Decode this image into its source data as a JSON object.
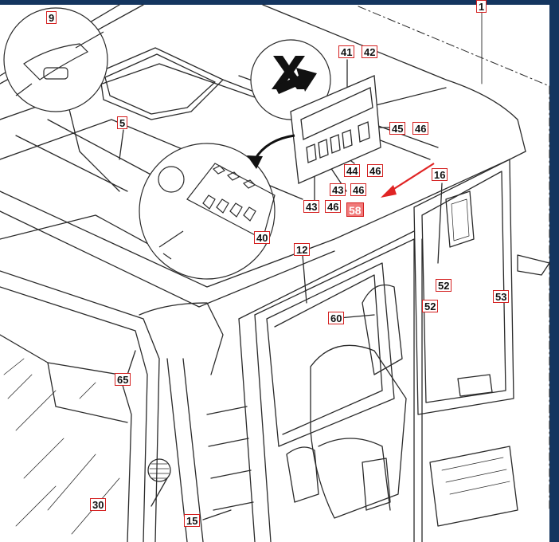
{
  "callouts": [
    {
      "id": "c1",
      "label": "1",
      "highlight": false
    },
    {
      "id": "c9",
      "label": "9",
      "highlight": false
    },
    {
      "id": "c5",
      "label": "5",
      "highlight": false
    },
    {
      "id": "c41",
      "label": "41",
      "highlight": false
    },
    {
      "id": "c42",
      "label": "42",
      "highlight": false
    },
    {
      "id": "c45",
      "label": "45",
      "highlight": false
    },
    {
      "id": "c46a",
      "label": "46",
      "highlight": false
    },
    {
      "id": "c44",
      "label": "44",
      "highlight": false
    },
    {
      "id": "c46b",
      "label": "46",
      "highlight": false
    },
    {
      "id": "c43a",
      "label": "43",
      "highlight": false
    },
    {
      "id": "c46c",
      "label": "46",
      "highlight": false
    },
    {
      "id": "c43b",
      "label": "43",
      "highlight": false
    },
    {
      "id": "c46d",
      "label": "46",
      "highlight": false
    },
    {
      "id": "c58",
      "label": "58",
      "highlight": true
    },
    {
      "id": "c16",
      "label": "16",
      "highlight": false
    },
    {
      "id": "c40",
      "label": "40",
      "highlight": false
    },
    {
      "id": "c12",
      "label": "12",
      "highlight": false
    },
    {
      "id": "c52a",
      "label": "52",
      "highlight": false
    },
    {
      "id": "c52b",
      "label": "52",
      "highlight": false
    },
    {
      "id": "c53",
      "label": "53",
      "highlight": false
    },
    {
      "id": "c60",
      "label": "60",
      "highlight": false
    },
    {
      "id": "c65",
      "label": "65",
      "highlight": false
    },
    {
      "id": "c30",
      "label": "30",
      "highlight": false
    },
    {
      "id": "c15",
      "label": "15",
      "highlight": false
    }
  ],
  "colors": {
    "frame": "#14355f",
    "callout_border": "#d42020",
    "highlight_fill": "#f07a7a",
    "pointer_arrow": "#e02424",
    "linework": "#2a2a2a"
  },
  "icons": [
    "remove-x-arrow-icon",
    "rotate-arrow-icon",
    "pointer-arrow-icon"
  ]
}
